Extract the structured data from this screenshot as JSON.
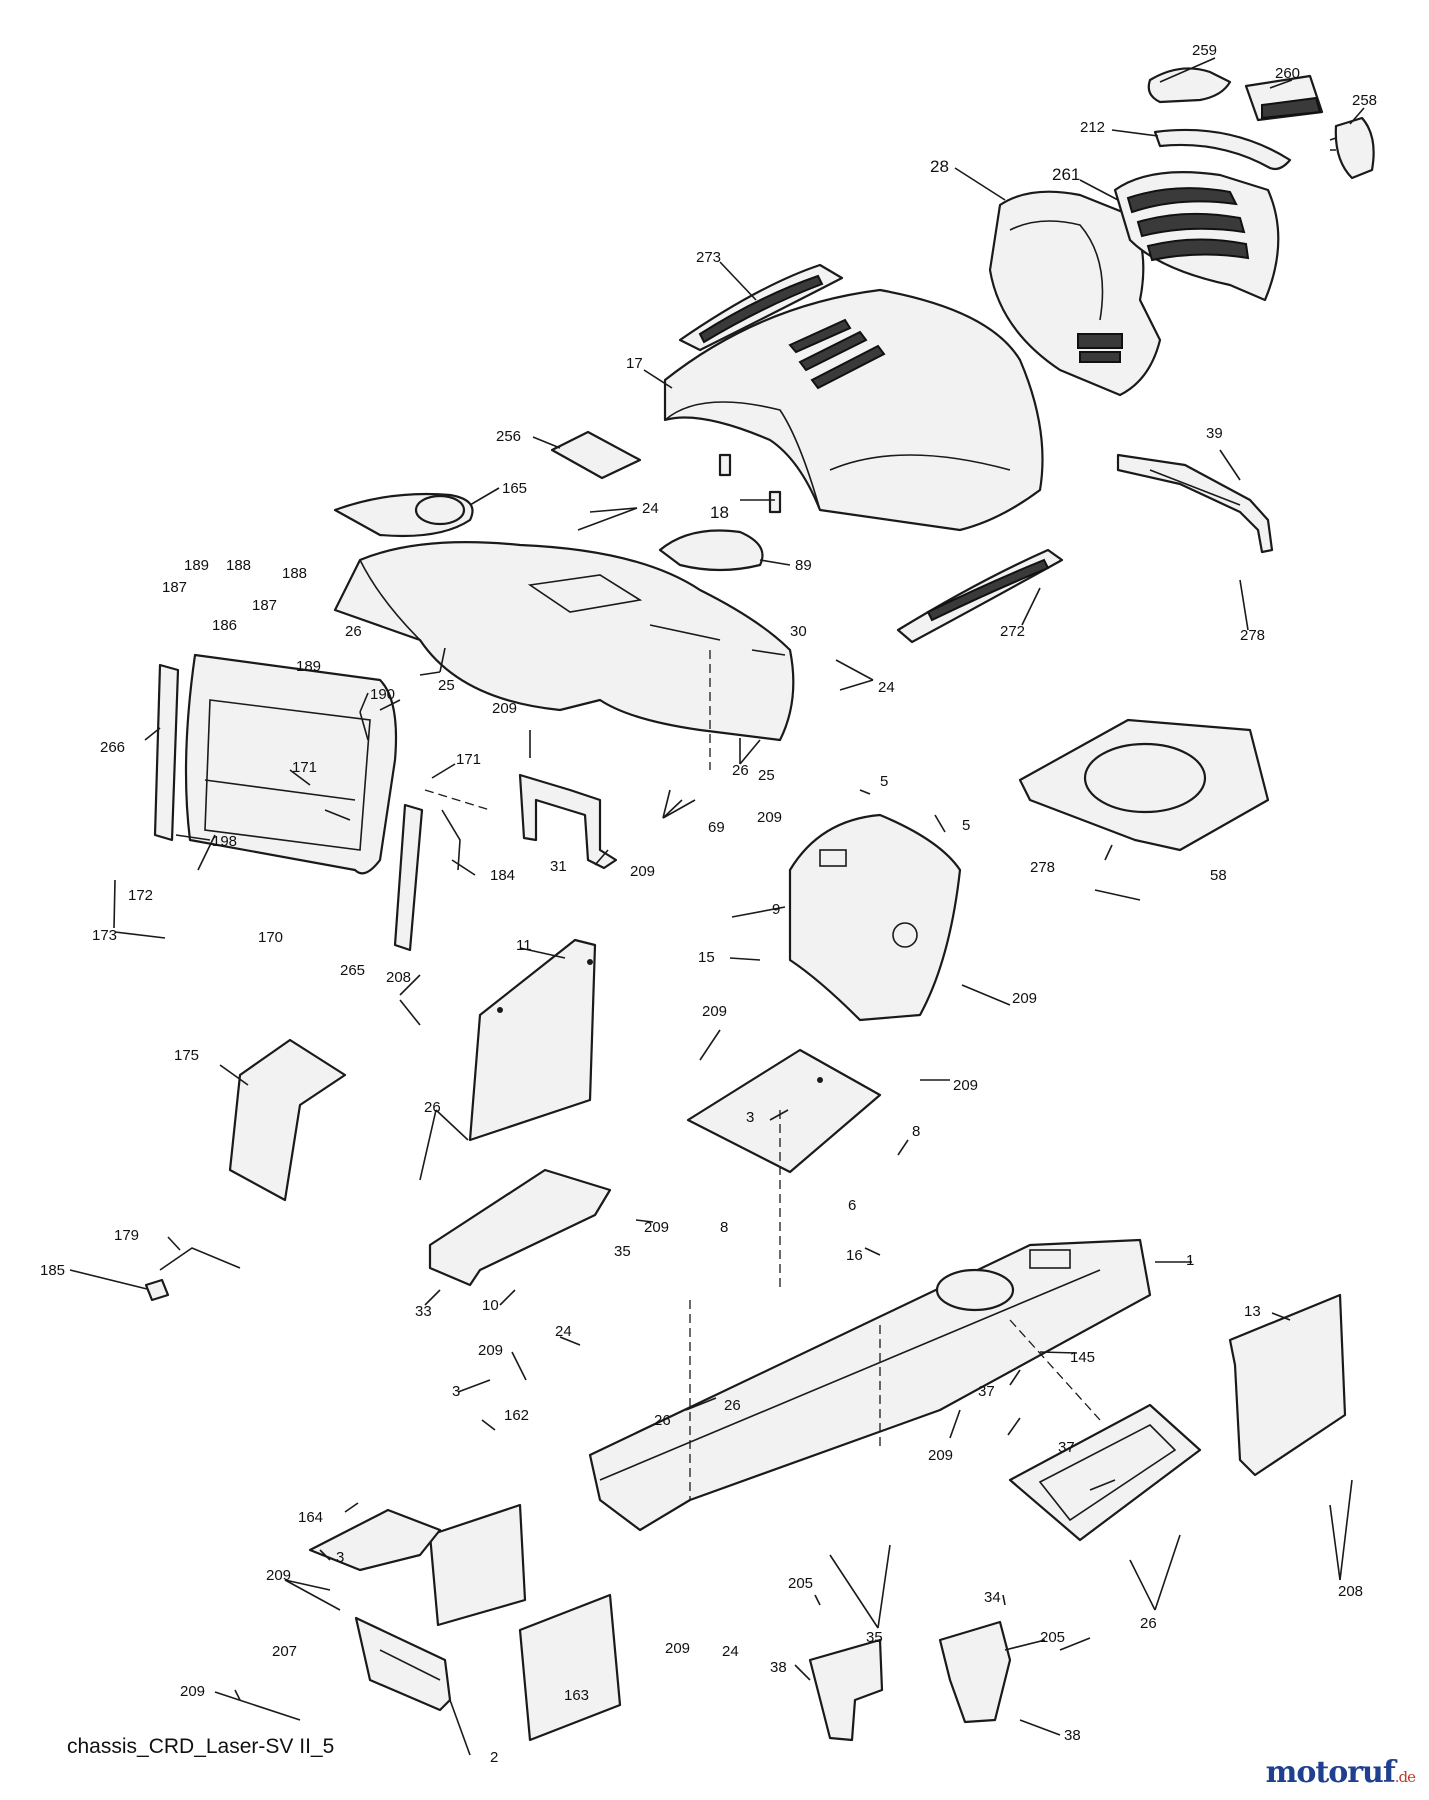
{
  "diagram": {
    "caption": "chassis_CRD_Laser-SV II_5",
    "logo": {
      "main": "motoruf",
      "tld": ".de"
    },
    "callouts": {
      "c259": "259",
      "c260": "260",
      "c258": "258",
      "c212": "212",
      "c28": "28",
      "c261": "261",
      "c273": "273",
      "c17": "17",
      "c256": "256",
      "c18": "18",
      "c165": "165",
      "c24a": "24",
      "c89": "89",
      "c39": "39",
      "c278a": "278",
      "c272": "272",
      "c189a": "189",
      "c188a": "188",
      "c187a": "187",
      "c187b": "187",
      "c186": "186",
      "c188b": "188",
      "c189b": "189",
      "c26a": "26",
      "c25a": "25",
      "c30": "30",
      "c24b": "24",
      "c190": "190",
      "c266": "266",
      "c171a": "171",
      "c171b": "171",
      "c209a": "209",
      "c26b": "26",
      "c25b": "25",
      "c5a": "5",
      "c5b": "5",
      "c198": "198",
      "c172": "172",
      "c173": "173",
      "c170": "170",
      "c184": "184",
      "c31": "31",
      "c209b": "209",
      "c69": "69",
      "c209c": "209",
      "c278b": "278",
      "c58": "58",
      "c9": "9",
      "c265": "265",
      "c208a": "208",
      "c11": "11",
      "c15": "15",
      "c209d": "209",
      "c209e": "209",
      "c209f": "209",
      "c175": "175",
      "c3a": "3",
      "c8a": "8",
      "c26c": "26",
      "c6": "6",
      "c209g": "209",
      "c8b": "8",
      "c179": "179",
      "c35a": "35",
      "c16": "16",
      "c1": "1",
      "c185": "185",
      "c33": "33",
      "c10": "10",
      "c24c": "24",
      "c13": "13",
      "c209h": "209",
      "c145": "145",
      "c3b": "3",
      "c26d": "26",
      "c26e": "26",
      "c37a": "37",
      "c162": "162",
      "c209i": "209",
      "c37b": "37",
      "c164": "164",
      "c3c": "3",
      "c35b": "35",
      "c34": "34",
      "c208b": "208",
      "c209j": "209",
      "c205a": "205",
      "c26f": "26",
      "c207": "207",
      "c209k": "209",
      "c24d": "24",
      "c163": "163",
      "c205b": "205",
      "c38a": "38",
      "c38b": "38",
      "c209l": "209",
      "c2": "2"
    }
  }
}
